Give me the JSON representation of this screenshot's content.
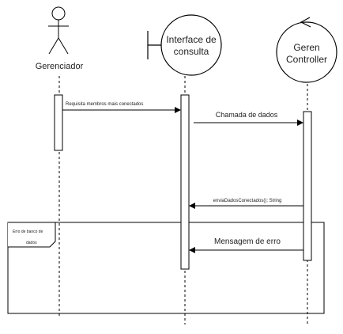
{
  "actors": [
    {
      "id": "gerenciador",
      "type": "actor",
      "label_lines": [
        "Gerenciador"
      ]
    },
    {
      "id": "interface",
      "type": "boundary",
      "label_lines": [
        "Interface de",
        "consulta"
      ]
    },
    {
      "id": "controller",
      "type": "control",
      "label_lines": [
        "Geren",
        "Controller"
      ]
    }
  ],
  "messages": [
    {
      "id": "msg1",
      "text": "Requisita membros mais conectados",
      "style": "sync"
    },
    {
      "id": "msg2",
      "text": "Chamada de dados",
      "style": "sync"
    },
    {
      "id": "msg3",
      "text": "enviaDadosConectados(): String",
      "style": "return"
    },
    {
      "id": "msg4",
      "text": "Mensagem de erro",
      "style": "sync"
    }
  ],
  "fragment": {
    "label_lines": [
      "Erro de banco de",
      "dados"
    ]
  },
  "colors": {
    "line": "#000000",
    "text": "#222222",
    "background": "#ffffff"
  }
}
